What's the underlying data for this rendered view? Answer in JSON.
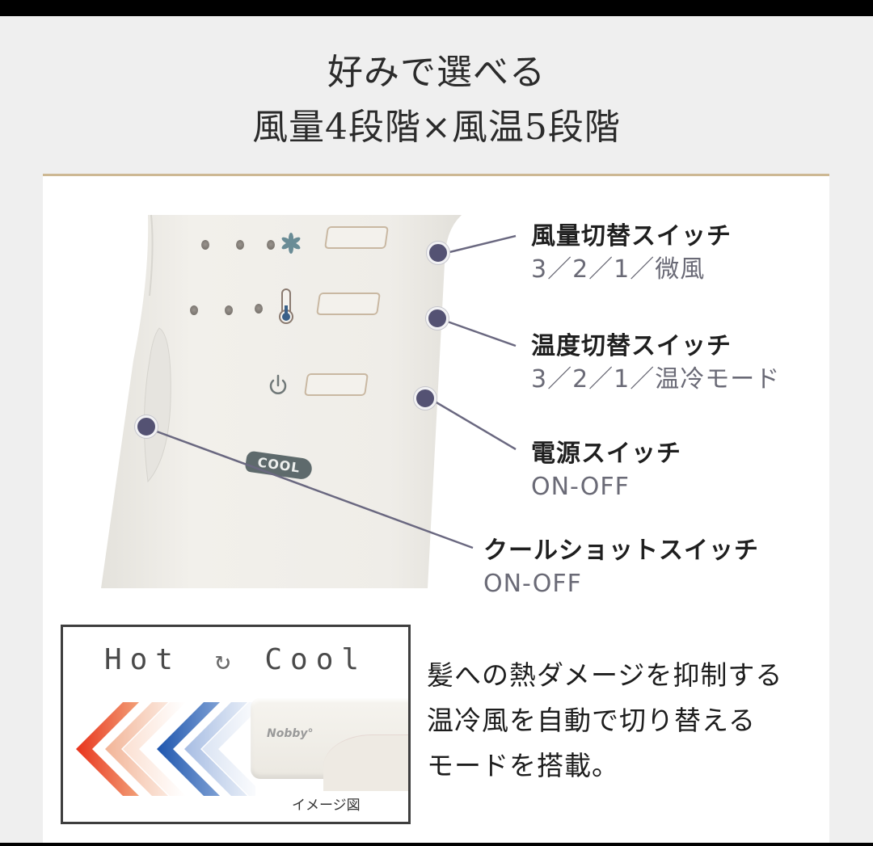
{
  "headline": {
    "line1": "好みで選べる",
    "line2": "風量4段階×風温5段階"
  },
  "colors": {
    "background": "#efefef",
    "panel": "#ffffff",
    "gold_rule": "#cdb893",
    "callout_dot": "#545273",
    "callout_line": "#6a6880",
    "hot": "#e8452a",
    "cool": "#2a63b8"
  },
  "dryer": {
    "icons": [
      "fan-icon",
      "thermometer-icon",
      "power-icon"
    ],
    "cool_badge": "COOL"
  },
  "callouts": [
    {
      "title": "風量切替スイッチ",
      "sub": "3／2／1／微風"
    },
    {
      "title": "温度切替スイッチ",
      "sub": "3／2／1／温冷モード"
    },
    {
      "title": "電源スイッチ",
      "sub": "ON-OFF"
    },
    {
      "title": "クールショットスイッチ",
      "sub": "ON-OFF"
    }
  ],
  "hot_cool": {
    "hot": "Hot",
    "cycle_icon": "↻",
    "cool": "Cool",
    "brand": "Nobby",
    "brand_mark": "°",
    "image_note": "イメージ図"
  },
  "description": {
    "line1": "髪への熱ダメージを抑制する",
    "line2": "温冷風を自動で切り替える",
    "line3": "モードを搭載。"
  }
}
